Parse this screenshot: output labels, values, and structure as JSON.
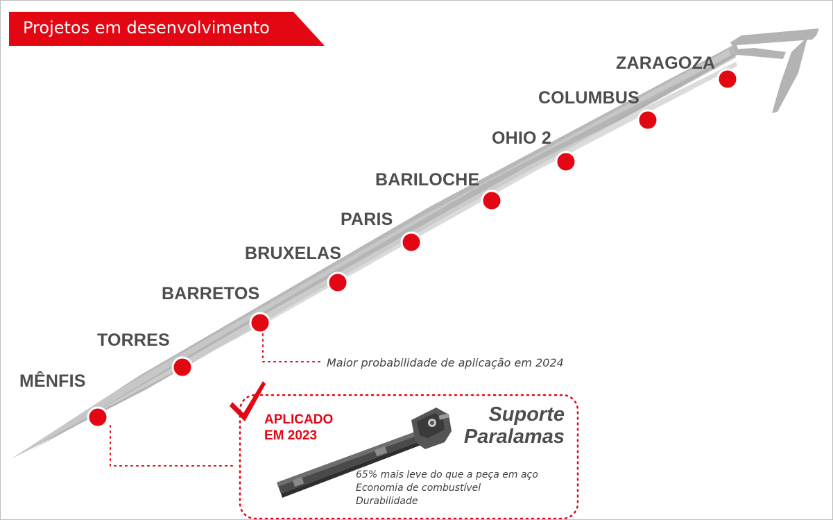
{
  "title": "Projetos em desenvolvimento",
  "stages": [
    {
      "name": "MÊNFIS"
    },
    {
      "name": "TORRES"
    },
    {
      "name": "BARRETOS"
    },
    {
      "name": "BRUXELAS"
    },
    {
      "name": "PARIS"
    },
    {
      "name": "BARILOCHE"
    },
    {
      "name": "OHIO 2"
    },
    {
      "name": "COLUMBUS"
    },
    {
      "name": "ZARAGOZA"
    }
  ],
  "note": "Maior probabilidade de aplicação em 2024",
  "applied": {
    "line1": "APLICADO",
    "line2": "EM 2023",
    "product_line1": "Suporte",
    "product_line2": "Paralamas",
    "benefits": [
      "65% mais leve do que a peça em aço",
      "Economia de combustível",
      "Durabilidade"
    ]
  },
  "colors": {
    "accent_red": "#e30613",
    "arrow_gray": "#b3b3b3",
    "label_gray": "#4d4d4d"
  }
}
